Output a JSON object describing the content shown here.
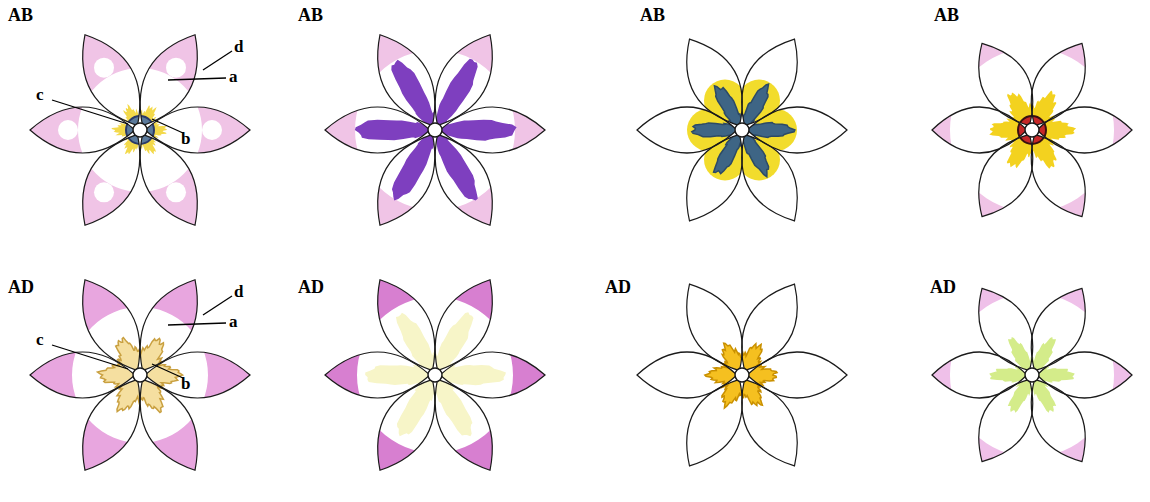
{
  "diagram": {
    "labels": [
      "AB",
      "d",
      "c",
      "a",
      "b",
      "AB",
      "AB",
      "AB",
      "AD",
      "d",
      "c",
      "a",
      "b",
      "AD",
      "AD",
      "AD"
    ]
  }
}
